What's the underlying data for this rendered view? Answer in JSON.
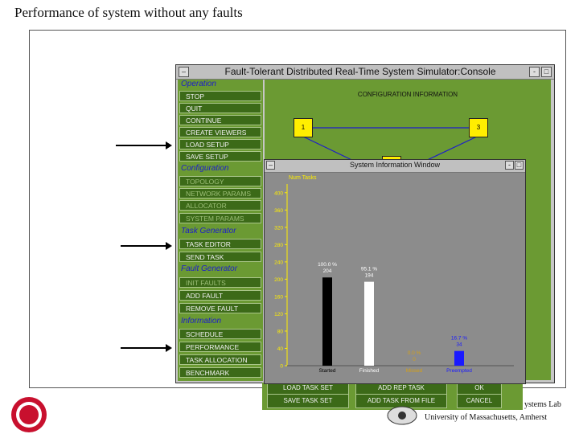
{
  "slide": {
    "title": "Performance of system without any faults",
    "footer_lab": "ystems Lab",
    "footer_university": "University of Massachusetts, Amherst"
  },
  "console": {
    "title": "Fault-Tolerant Distributed Real-Time System Simulator:Console",
    "minimize": "-",
    "maximize": "□",
    "config_title": "CONFIGURATION INFORMATION",
    "nodes": [
      "1",
      "3",
      ""
    ],
    "sections": [
      {
        "label": "Operation",
        "buttons": [
          {
            "label": "STOP",
            "disabled": false
          },
          {
            "label": "QUIT",
            "disabled": false
          },
          {
            "label": "CONTINUE",
            "disabled": false
          },
          {
            "label": "CREATE VIEWERS",
            "disabled": false
          },
          {
            "label": "LOAD SETUP",
            "disabled": false
          },
          {
            "label": "SAVE SETUP",
            "disabled": false
          }
        ]
      },
      {
        "label": "Configuration",
        "buttons": [
          {
            "label": "TOPOLOGY",
            "disabled": true
          },
          {
            "label": "NETWORK PARAMS",
            "disabled": true
          },
          {
            "label": "ALLOCATOR",
            "disabled": true
          },
          {
            "label": "SYSTEM PARAMS",
            "disabled": true
          }
        ]
      },
      {
        "label": "Task Generator",
        "buttons": [
          {
            "label": "TASK EDITOR",
            "disabled": false
          },
          {
            "label": "SEND TASK",
            "disabled": false
          }
        ]
      },
      {
        "label": "Fault Generator",
        "buttons": [
          {
            "label": "INIT FAULTS",
            "disabled": true
          },
          {
            "label": "ADD FAULT",
            "disabled": false
          },
          {
            "label": "REMOVE FAULT",
            "disabled": false
          }
        ]
      },
      {
        "label": "Information",
        "buttons": [
          {
            "label": "SCHEDULE",
            "disabled": false
          },
          {
            "label": "PERFORMANCE",
            "disabled": false
          },
          {
            "label": "TASK ALLOCATION",
            "disabled": false
          },
          {
            "label": "BENCHMARK",
            "disabled": false
          }
        ]
      }
    ],
    "bottom_buttons": [
      "LOAD TASK SET",
      "ADD REP TASK",
      "OK",
      "SAVE TASK SET",
      "ADD TASK FROM FILE",
      "CANCEL"
    ]
  },
  "info_window": {
    "title": "System Information Window",
    "minimize": "-",
    "maximize": "□"
  },
  "chart_data": {
    "type": "bar",
    "title": "",
    "ylabel": "Num Tasks",
    "xlabel": "",
    "ylim": [
      0,
      420
    ],
    "yticks": [
      0,
      40,
      80,
      120,
      160,
      200,
      240,
      280,
      320,
      360,
      400
    ],
    "categories": [
      "Started",
      "Finished",
      "Missed",
      "Preempted"
    ],
    "values": [
      204,
      194,
      0,
      34
    ],
    "percent_labels": [
      "100.0 %",
      "95.1 %",
      "0.0 %",
      "16.7 %"
    ],
    "colors": [
      "#000000",
      "#ffffff",
      "#d4a017",
      "#1a1aff"
    ],
    "label_colors": [
      "#ffffff",
      "#ffffff",
      "#d4a017",
      "#1a1aff"
    ],
    "category_colors": [
      "#000000",
      "#ffffff",
      "#d4a017",
      "#1a1aff"
    ],
    "grid": false
  }
}
